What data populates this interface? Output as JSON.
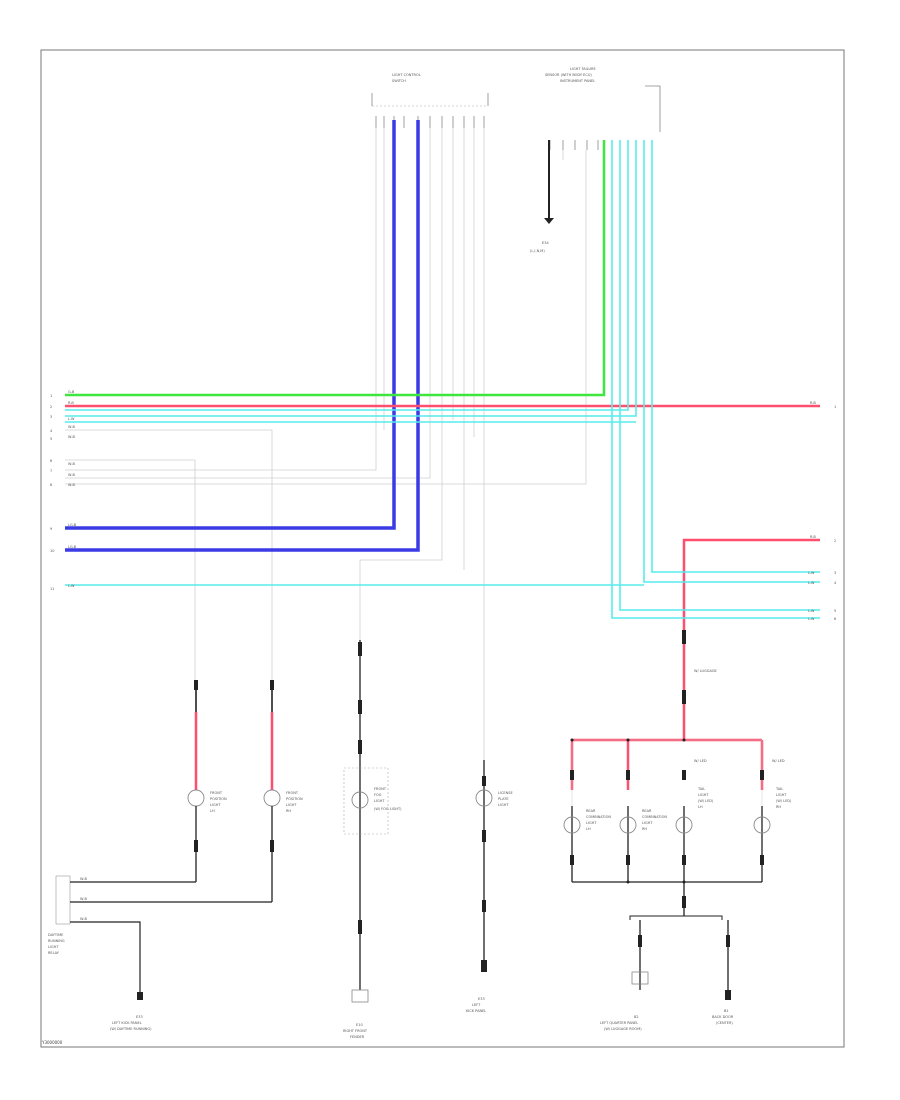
{
  "diagram_code": "Y3000000",
  "colors": {
    "border": "#777777",
    "wire_grey": "#cfcfcf",
    "wire_blue": "#3a3ae6",
    "wire_green": "#3ee63e",
    "wire_red": "#ff4f6e",
    "wire_cyan": "#56ecec",
    "wire_black": "#222222"
  },
  "upper_left_box": {
    "title": "LIGHT CONTROL",
    "subtitle": "SWITCH"
  },
  "upper_right_box": {
    "title": "LIGHT FAILURE",
    "line2": "SENSOR (WITH BODY ECU)",
    "line3": "INSTRUMENT PANEL"
  },
  "ground_top": {
    "code": "E34",
    "label": "(L,I,N,M)"
  },
  "left_rails": [
    {
      "pin": "1",
      "wire": "G-B"
    },
    {
      "pin": "2",
      "wire": "R-B"
    },
    {
      "pin": "3",
      "wire": "L-W"
    },
    {
      "pin": "4",
      "wire": "W-B"
    },
    {
      "pin": "5",
      "wire": "W-B"
    },
    {
      "pin": "6",
      "wire": "W-B"
    },
    {
      "pin": "7",
      "wire": "W-B"
    },
    {
      "pin": "8",
      "wire": "W-B"
    },
    {
      "pin": "9",
      "wire": "LG-B"
    },
    {
      "pin": "10",
      "wire": "LG-B"
    },
    {
      "pin": "11",
      "wire": "L-W"
    }
  ],
  "right_rails": [
    {
      "pin": "1",
      "wire": "R-B"
    },
    {
      "pin": "2",
      "wire": "R-B"
    },
    {
      "pin": "3",
      "wire": "L-W"
    },
    {
      "pin": "4",
      "wire": "L-W"
    },
    {
      "pin": "5",
      "wire": "L-W"
    },
    {
      "pin": "6",
      "wire": "L-W"
    }
  ],
  "lamps": [
    {
      "name": "FRONT",
      "line2": "POSITION",
      "line3": "LIGHT",
      "line4": "LH"
    },
    {
      "name": "FRONT",
      "line2": "POSITION",
      "line3": "LIGHT",
      "line4": "RH"
    },
    {
      "name": "FRONT",
      "line2": "FOG",
      "line3": "LIGHT",
      "line4": "(W/ FOG LIGHT)"
    },
    {
      "name": "LICENSE",
      "line2": "PLATE",
      "line3": "LIGHT",
      "line4": ""
    },
    {
      "name": "REAR",
      "line2": "COMBINATION",
      "line3": "LIGHT",
      "line4": "LH"
    },
    {
      "name": "REAR",
      "line2": "COMBINATION",
      "line3": "LIGHT",
      "line4": "RH"
    },
    {
      "name": "TAIL",
      "line2": "LIGHT",
      "line3": "(W/ LED)",
      "line4": "LH"
    },
    {
      "name": "TAIL",
      "line2": "LIGHT",
      "line3": "(W/ LED)",
      "line4": "RH"
    }
  ],
  "bottom_left_connector": {
    "lines": [
      "DAYTIME",
      "RUNNING",
      "LIGHT",
      "RELAY"
    ],
    "wires": [
      "W-B",
      "W-B",
      "W-B"
    ]
  },
  "grounds": [
    {
      "code": "E33",
      "label": "LEFT KICK PANEL",
      "label2": "(W/ DAYTIME RUNNING)"
    },
    {
      "code": "E10",
      "label": "RIGHT FRONT",
      "label2": "FENDER"
    },
    {
      "code": "E33",
      "label": "LEFT",
      "label2": "KICK PANEL"
    },
    {
      "code": "B2",
      "label": "LEFT QUARTER PANEL",
      "label2": "(W/ LUGGAGE ROOM)"
    },
    {
      "code": "B1",
      "label": "BACK DOOR",
      "label2": "(CENTER)"
    }
  ],
  "notes": {
    "w_fog": "W/ FOG LIGHT",
    "led": "W/ LED",
    "w_luggage": "W/ LUGGAGE"
  }
}
